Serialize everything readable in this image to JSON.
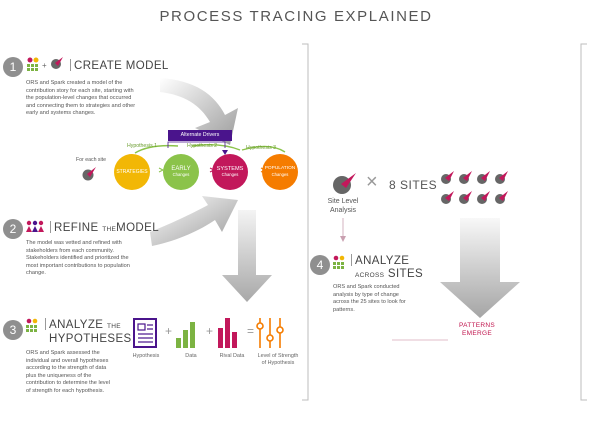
{
  "title": "PROCESS TRACING EXPLAINED",
  "step1": {
    "number": "1",
    "heading": "CREATE MODEL",
    "text": [
      "ORS and Spark created a model of the",
      "contribution story for each site, starting with",
      "the population-level changes that occurred",
      "and connecting them to strategies and other",
      "early and systems changes."
    ]
  },
  "model": {
    "alternate_drivers": "Alternate Drivers",
    "for_each_site": "For each site",
    "h1": "Hypothesis 1",
    "h2": "Hypothesis 2",
    "h3": "Hypothesis 3",
    "nodes": [
      {
        "title": "STRATEGIES",
        "sub": "",
        "color": "#f2b705"
      },
      {
        "title": "EARLY",
        "sub": "Changes",
        "color": "#8bc34a"
      },
      {
        "title": "SYSTEMS",
        "sub": "Changes",
        "color": "#c2185b"
      },
      {
        "title": "POPULATION",
        "sub": "Changes",
        "color": "#f57c00"
      }
    ]
  },
  "step2": {
    "number": "2",
    "heading_a": "REFINE",
    "heading_small": "THE",
    "heading_b": "MODEL",
    "text": [
      "The model was vetted and refined with",
      "stakeholders from each community.",
      "Stakeholders identified and prioritized the",
      "most important contributions to population",
      "change."
    ]
  },
  "step3": {
    "number": "3",
    "heading_a": "ANALYZE",
    "heading_small": "THE",
    "heading_b": "HYPOTHESES",
    "text": [
      "ORS and Spark assessed the",
      "individual and overall hypotheses",
      "according to the strength of data",
      "plus the uniqueness  of the",
      "contribution to determine the level",
      "of strength for each hypothesis."
    ],
    "labels": [
      "Hypothesis",
      "Data",
      "Rival Data",
      "Level of Strength",
      "of Hypothesis"
    ],
    "plus": "+",
    "equals": "="
  },
  "site": {
    "label1": "Site Level",
    "label2": "Analysis",
    "times": "×",
    "count": "8 SITES"
  },
  "step4": {
    "number": "4",
    "heading_a": "ANALYZE",
    "heading_small": "ACROSS",
    "heading_b": "SITES",
    "text": [
      "ORS and Spark conducted",
      "analysis by type of change",
      "across the 25 sites to look for",
      "patterns."
    ]
  },
  "patterns": {
    "line1": "PATTERNS",
    "line2": "EMERGE"
  },
  "colors": {
    "red": "#c2185b",
    "green": "#7cb342",
    "yellow": "#f2b705",
    "orange": "#f57c00",
    "purple": "#4a148c",
    "gray": "#8f8f8f"
  }
}
